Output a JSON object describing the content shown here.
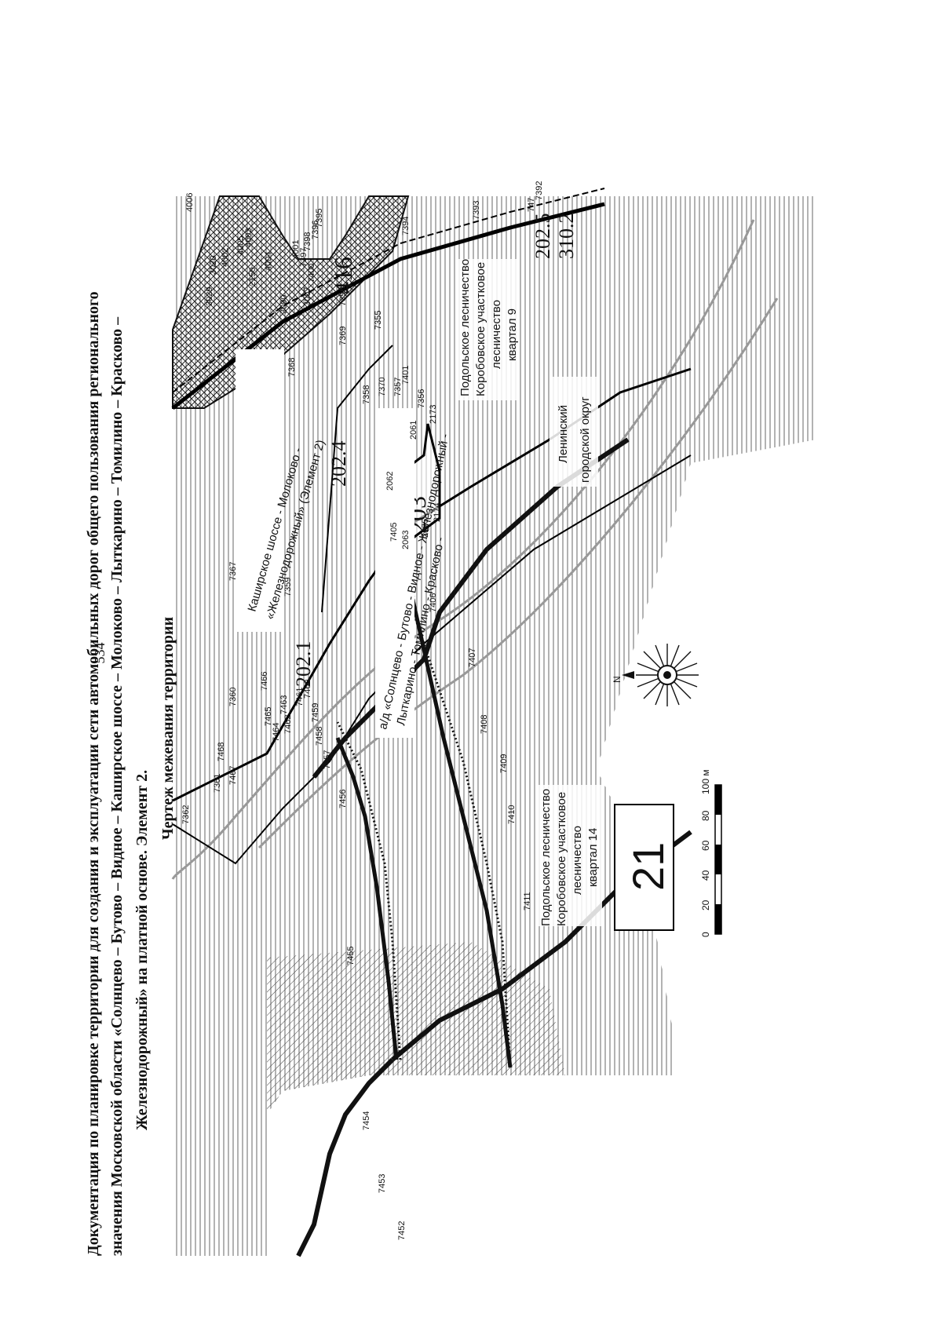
{
  "page_number": "534",
  "title_lines": [
    "Документация по планировке территории для создания и эксплуатации сети автомобильных дорог общего пользования регионального",
    "значения Московской области «Солнцево – Бутово – Видное – Каширское шоссе – Молоково – Лыткарино – Томилино – Красково –",
    "Железнодорожный» на платной основе. Элемент 2."
  ],
  "subtitle": "Чертеж межевания территории",
  "sheet_number": "21",
  "north_label": "N",
  "road_labels": {
    "upper_line1": "Каширское шоссе - Молоково -",
    "upper_line2": "«Железнодорожный» (Элемент 2)",
    "lower_line1": "а/д «Солнцево - Бутово - Видное - Железнодорожный -",
    "lower_line2": "Лыткарино - Томилино - Красково -"
  },
  "area_labels": {
    "forest_top_1": "Подольское лесничество",
    "forest_top_2": "Коробовское участковое",
    "forest_top_3": "лесничество",
    "forest_top_4": "квартал 9",
    "forest_left_1": "Подольское лесничество",
    "forest_left_2": "Коробовское участковое",
    "forest_left_3": "лесничество",
    "forest_left_4": "квартал 14",
    "district_1": "Ленинский",
    "district_2": "городской округ"
  },
  "plot_labels": {
    "p202_1": "202.1",
    "p202_4": "202.4",
    "p203": "203",
    "p416": "416",
    "p202_5": "202.5",
    "p310_2": "310.2"
  },
  "scale_bar": {
    "ticks": [
      "0",
      "20",
      "40",
      "60",
      "80",
      "100 м"
    ]
  },
  "point_numbers": [
    "7452",
    "7453",
    "7454",
    "7455",
    "7456",
    "7457",
    "7458",
    "7459",
    "7460",
    "7461",
    "7462",
    "7463",
    "7464",
    "7465",
    "7466",
    "7467",
    "7468",
    "7360",
    "7361",
    "7362",
    "7367",
    "7359",
    "7358",
    "7368",
    "7369",
    "7370",
    "7357",
    "7401",
    "7356",
    "7355",
    "7399",
    "7400",
    "7397",
    "7398",
    "7396",
    "7395",
    "7394",
    "7393",
    "7392",
    "7405",
    "7406",
    "7407",
    "7408",
    "7409",
    "7410",
    "7411",
    "2062",
    "2063",
    "2061",
    "2173",
    "2174",
    "2175",
    "2150",
    "4005",
    "4004",
    "4003",
    "4002",
    "4001",
    "3090",
    "3007",
    "3029",
    "3020",
    "4006",
    "747"
  ]
}
